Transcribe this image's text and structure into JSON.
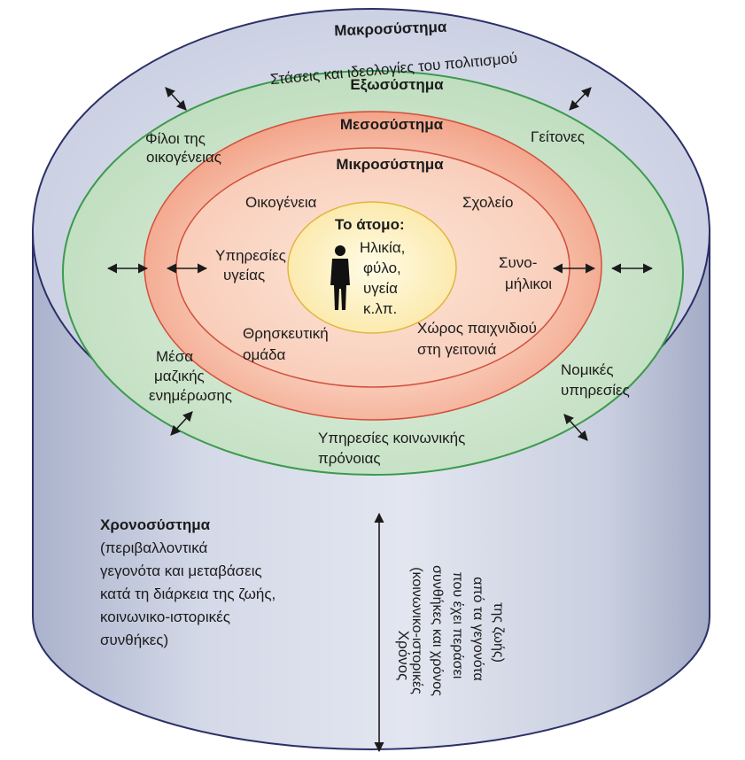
{
  "colors": {
    "cylinder_body": "#cfd4e3",
    "cylinder_top": "#d4d9ea",
    "outline": "#2c2f66",
    "exosystem": "#cfe6cf",
    "exosystem_line": "#3c9a4c",
    "mesosystem": "#f6b39c",
    "microsystem": "#f9cfbd",
    "microsystem_line": "#d2503c",
    "individual": "#fdf3c4",
    "individual_line": "#e0b640"
  },
  "macrosystem": {
    "title": "Μακροσύστημα",
    "subtitle": "Στάσεις και ιδεολογίες του πολιτισμού"
  },
  "exosystem": {
    "title": "Εξωσύστημα",
    "friends": [
      "Φίλοι της",
      "οικογένειας"
    ],
    "neighbors": "Γείτονες",
    "media": [
      "Μέσα",
      "μαζικής",
      "ενημέρωσης"
    ],
    "legal": [
      "Νομικές",
      "υπηρεσίες"
    ],
    "welfare": [
      "Υπηρεσίες κοινωνικής",
      "πρόνοιας"
    ]
  },
  "mesosystem": {
    "title": "Μεσοσύστημα"
  },
  "microsystem": {
    "title": "Μικροσύστημα",
    "family": "Οικογένεια",
    "school": "Σχολείο",
    "health": [
      "Υπηρεσίες",
      "υγείας"
    ],
    "peers": [
      "Συνο-",
      "μήλικοι"
    ],
    "religious": [
      "Θρησκευτική",
      "ομάδα"
    ],
    "playground": [
      "Χώρος παιχνιδιού",
      "στη γειτονιά"
    ]
  },
  "individual": {
    "title": "Το άτομο:",
    "lines": [
      "Ηλικία,",
      "φύλο,",
      "υγεία",
      "κ.λπ."
    ],
    "icon": "person-silhouette-icon"
  },
  "chronosystem": {
    "title": "Χρονοσύστημα",
    "lines": [
      "(περιβαλλοντικά",
      "γεγονότα και μεταβάσεις",
      "κατά τη διάρκεια της ζωής,",
      "κοινωνικο-ιστορικές",
      "συνθήκες)"
    ]
  },
  "time_axis": {
    "label": "Χρόνος",
    "note": [
      "(κοινωνικο-ιστορικές",
      "συνθήκες και χρόνος",
      "που έχει περάσει",
      "από τα γεγονότα",
      "της ζωής)"
    ]
  }
}
